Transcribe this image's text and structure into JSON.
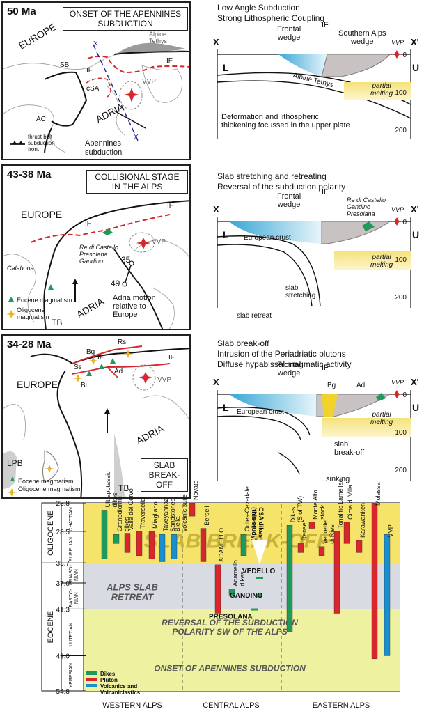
{
  "panels": [
    {
      "age": "50 Ma",
      "box_title_lines": [
        "ONSET OF THE APENNINES",
        "SUBDUCTION"
      ],
      "map_labels": {
        "europe": "EUROPE",
        "adria": "ADRIA",
        "alpine_tethys": "Alpine\nTethys",
        "sb": "SB",
        "if_a": "IF",
        "if_b": "IF",
        "csa": "cSA",
        "vvp": "VVP",
        "ac": "AC",
        "x": "X",
        "xp": "X'",
        "apennines": "Apennines\nsubduction"
      },
      "legend": [
        "thrust belt",
        "subduction",
        "front"
      ],
      "section_head": [
        "Low Angle Subduction",
        "Strong Lithospheric Coupling"
      ],
      "section_labels": {
        "frontal_wedge": "Frontal\nwedge",
        "if": "IF",
        "southern_alps": "Southern Alps\nwedge",
        "vvp": "VVP",
        "x": "X",
        "xp": "X'",
        "l": "L",
        "u": "U",
        "slab": "Alpine Tethys",
        "melting": "partial\nmelting",
        "note": "Deformation and lithospheric\nthickening focussed in the upper plate"
      }
    },
    {
      "age": "43-38 Ma",
      "box_title_lines": [
        "COLLISIONAL STAGE",
        "IN THE ALPS"
      ],
      "map_labels": {
        "europe": "EUROPE",
        "adria": "ADRIA",
        "if_a": "IF",
        "if_b": "IF",
        "vvp": "VVP",
        "plutons": "Re di Castello\nPresolana\nGandino",
        "calabona": "Calabona",
        "n35": "35",
        "n49": "49",
        "motion": "Adria motion\nrelative to\nEurope",
        "tb": "TB"
      },
      "legend": [
        "Eocene magmatism",
        "Oligocene",
        "magmatism"
      ],
      "section_head": [
        "Slab stretching and retreating",
        "Reversal of the subduction polarity"
      ],
      "section_labels": {
        "frontal_wedge": "Frontal\nwedge",
        "if": "IF",
        "plutons": "Re di Castello\nGandino\nPresolana",
        "vvp": "VVP",
        "x": "X",
        "xp": "X'",
        "l": "L",
        "u": "U",
        "crust": "European crust",
        "melting": "partial\nmelting",
        "stretch": "slab\nstretching",
        "retreat": "slab retreat"
      }
    },
    {
      "age": "34-28 Ma",
      "box_title_lines": [
        "SLAB",
        "BREAK-OFF"
      ],
      "map_labels": {
        "europe": "EUROPE",
        "adria": "ADRIA",
        "rs": "Rs",
        "bg": "Bg",
        "ss": "Ss",
        "bi": "Bi",
        "if_a": "IF",
        "if_b": "IF",
        "ad": "Ad",
        "vvp": "VVP",
        "lpb": "LPB",
        "tb": "TB"
      },
      "legend": [
        "Eocene magmatism",
        "Oligocene magmatism"
      ],
      "section_head": [
        "Slab break-off",
        "Intrusion of the Periadriatic plutons",
        "Diffuse hypabissal magmatic activity"
      ],
      "section_labels": {
        "frontal_wedge": "Frontal\nwedge",
        "if": "IF",
        "bg": "Bg",
        "ad": "Ad",
        "vvp": "VVP",
        "x": "X",
        "xp": "X'",
        "l": "L",
        "u": "U",
        "crust": "European crust",
        "melting": "partial\nmelting",
        "breakoff": "slab\nbreak-off",
        "sinking": "sinking"
      }
    }
  ],
  "depth_ticks": [
    "0",
    "100",
    "200"
  ],
  "chart": {
    "epochs": [
      "EOCENE",
      "OLIGOCENE"
    ],
    "stages": [
      "YPRESIAN",
      "LUTETIAN",
      "BARTO-\nNIAN",
      "PRIABO-\nNIAN",
      "RUPELIAN",
      "CHATTIAN"
    ],
    "ages": [
      "23.8",
      "28.5",
      "33.7",
      "37.0",
      "41.3",
      "49.0",
      "54.8"
    ],
    "banners": {
      "breakoff": "SLAB BREAK-OFF",
      "retreat": "ALPS SLAB\nRETREAT",
      "reversal": "REVERSAL OF THE SUBDUCTION\nPOLARITY SW OF THE ALPS",
      "onset": "ONSET OF APENNINES SUBDUCTION"
    },
    "units": [
      "Ultrapotassic\ndikes",
      "Granodioritic\ndikes",
      "Valle del Cervo",
      "Traversella",
      "Miagliano",
      "Taveyannaz\nSandstones",
      "Biella\nvolcanic suite",
      "Novate",
      "Bergell",
      "ADAMELLO",
      "Adamello\ndikes",
      "Ortles-Cevedale\ndikes",
      "CSA dikes\n(this study)",
      "VEDELLO",
      "GANDINO",
      "PRESOLANA",
      "Dikes\n(S of TW)",
      "Rensen",
      "Monte Alto\nstock",
      "Vedrette\ndi Ries",
      "Tonalitic Lamellae",
      "Cima di Villa",
      "Karawanken",
      "Molassa",
      "VVP"
    ],
    "legend": [
      "Dikes",
      "Pluton",
      "Volcanics and\nVolcaniclastics"
    ],
    "regions": [
      "WESTERN ALPS",
      "CENTRAL ALPS",
      "EASTERN ALPS"
    ],
    "colors": {
      "dikes": "#1e9a5a",
      "pluton": "#d8262c",
      "volcanics": "#1a8fd0"
    }
  }
}
